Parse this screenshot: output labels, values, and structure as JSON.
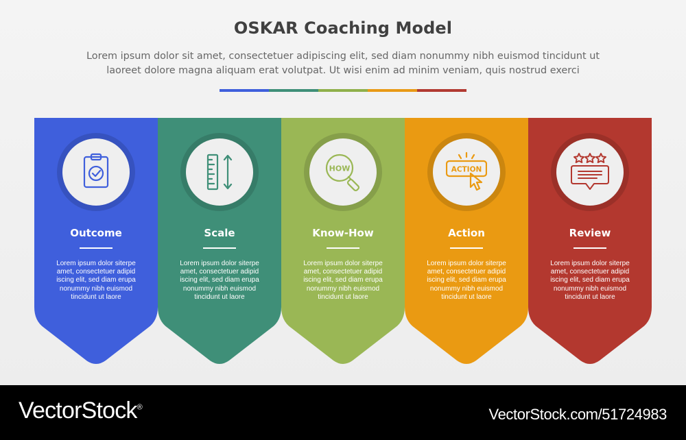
{
  "title": "OSKAR Coaching Model",
  "subtitle_line1": "Lorem ipsum dolor sit amet, consectetuer adipiscing elit, sed diam nonummy nibh euismod tincidunt ut",
  "subtitle_line2": "laoreet dolore magna aliquam erat volutpat. Ut wisi enim ad minim veniam, quis nostrud exerci",
  "accent_colors": [
    "#3f5fdc",
    "#3f8f78",
    "#8fb04a",
    "#e89a16",
    "#b23a32"
  ],
  "steps": [
    {
      "title": "Outcome",
      "color": "#3f5fdc",
      "icon": "clipboard-check-icon",
      "text": [
        "Lorem ipsum dolor siterpe",
        "amet, consectetuer adipid",
        "iscing elit, sed diam erupa",
        "nonummy nibh euismod",
        "tincidunt ut laore"
      ]
    },
    {
      "title": "Scale",
      "color": "#3f8f78",
      "icon": "ruler-icon",
      "text": [
        "Lorem ipsum dolor siterpe",
        "amet, consectetuer adipid",
        "iscing elit, sed diam erupa",
        "nonummy nibh euismod",
        "tincidunt ut laore"
      ]
    },
    {
      "title": "Know-How",
      "color": "#9ab755",
      "icon": "magnifier-icon",
      "icon_text": "HOW",
      "text": [
        "Lorem ipsum dolor siterpe",
        "amet, consectetuer adipid",
        "iscing elit, sed diam erupa",
        "nonummy nibh euismod",
        "tincidunt ut laore"
      ]
    },
    {
      "title": "Action",
      "color": "#ea9a12",
      "icon": "action-button-icon",
      "icon_text": "ACTION",
      "text": [
        "Lorem ipsum dolor siterpe",
        "amet, consectetuer adipid",
        "iscing elit, sed diam erupa",
        "nonummy nibh euismod",
        "tincidunt ut laore"
      ]
    },
    {
      "title": "Review",
      "color": "#b3382f",
      "icon": "star-review-icon",
      "text": [
        "Lorem ipsum dolor siterpe",
        "amet, consectetuer adipid",
        "iscing elit, sed diam erupa",
        "nonummy nibh euismod",
        "tincidunt ut laore"
      ]
    }
  ],
  "footer": {
    "logo": "VectorStock",
    "logo_mark": "®",
    "id": "VectorStock.com/51724983"
  }
}
